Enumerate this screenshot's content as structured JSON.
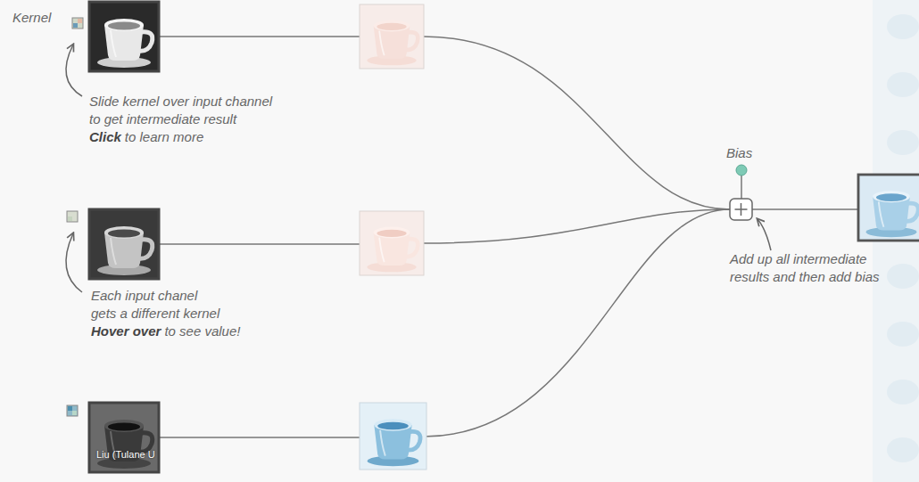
{
  "diagram": {
    "labels": [
      "Kernel",
      "Slide kernel over input channel to get intermediate result",
      "Click",
      "to learn more",
      "Each input chanel gets a different kernel",
      "Hover over",
      "to see value!",
      "Bias",
      "Add up all intermediate results and then add bias",
      "Liu (Tulane U"
    ]
  }
}
